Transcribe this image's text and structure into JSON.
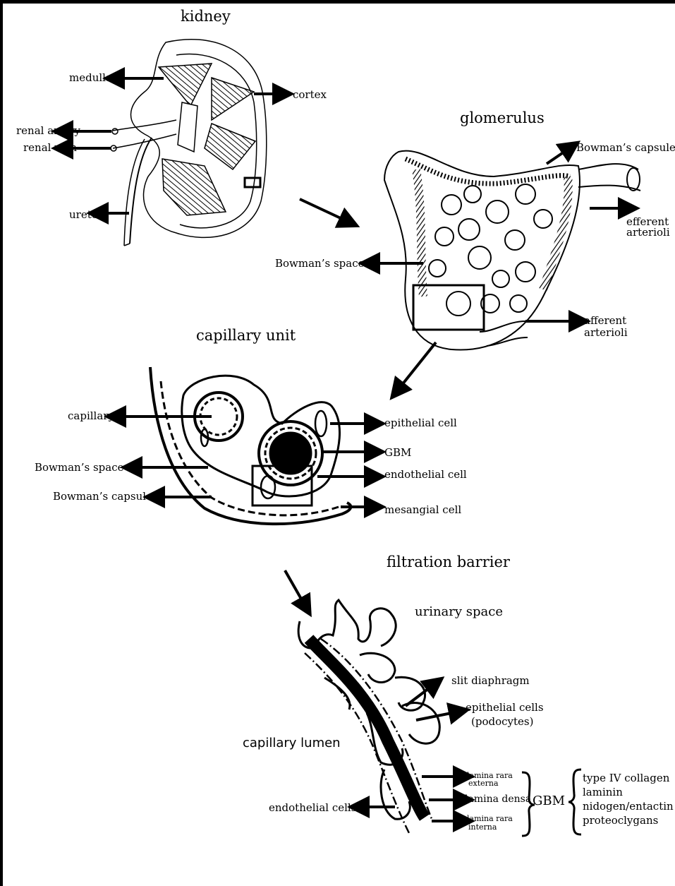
{
  "panels": {
    "kidney": {
      "title": "kidney",
      "labels": {
        "medulla": "medulla",
        "cortex": "cortex",
        "renal_artery": "renal artery",
        "renal_vein": "renal vein",
        "ureter": "ureter"
      }
    },
    "glomerulus": {
      "title": "glomerulus",
      "labels": {
        "bowmans_capsule": "Bowman’s capsule",
        "efferent": "efferent",
        "arterioli_1": "arterioli",
        "bowmans_space": "Bowman’s space",
        "afferent": "afferent",
        "arterioli_2": "arterioli"
      }
    },
    "capillary_unit": {
      "title": "capillary unit",
      "labels": {
        "capillary": "capillary",
        "bowmans_space": "Bowman’s space",
        "bowmans_capsule": "Bowman’s capsule",
        "epithelial_cell": "epithelial cell",
        "gbm": "GBM",
        "endothelial_cell": "endothelial cell",
        "mesangial_cell": "mesangial cell"
      }
    },
    "filtration_barrier": {
      "title": "filtration barrier",
      "labels": {
        "urinary_space": "urinary space",
        "slit_diaphragm": "slit diaphragm",
        "epithelial_cells": "epithelial cells",
        "podocytes": "(podocytes)",
        "capillary_lumen": "capillary lumen",
        "endothelial_cells": "endothelial cells",
        "lamina_rara_externa_1": "lamina rara",
        "lamina_rara_externa_2": "externa",
        "lamina_densa": "lamina densa",
        "lamina_rara_interna_1": "lamina rara",
        "lamina_rara_interna_2": "interna",
        "gbm": "GBM",
        "components": [
          "type IV collagen",
          "laminin",
          "nidogen/entactin",
          "proteoclygans"
        ]
      }
    }
  }
}
